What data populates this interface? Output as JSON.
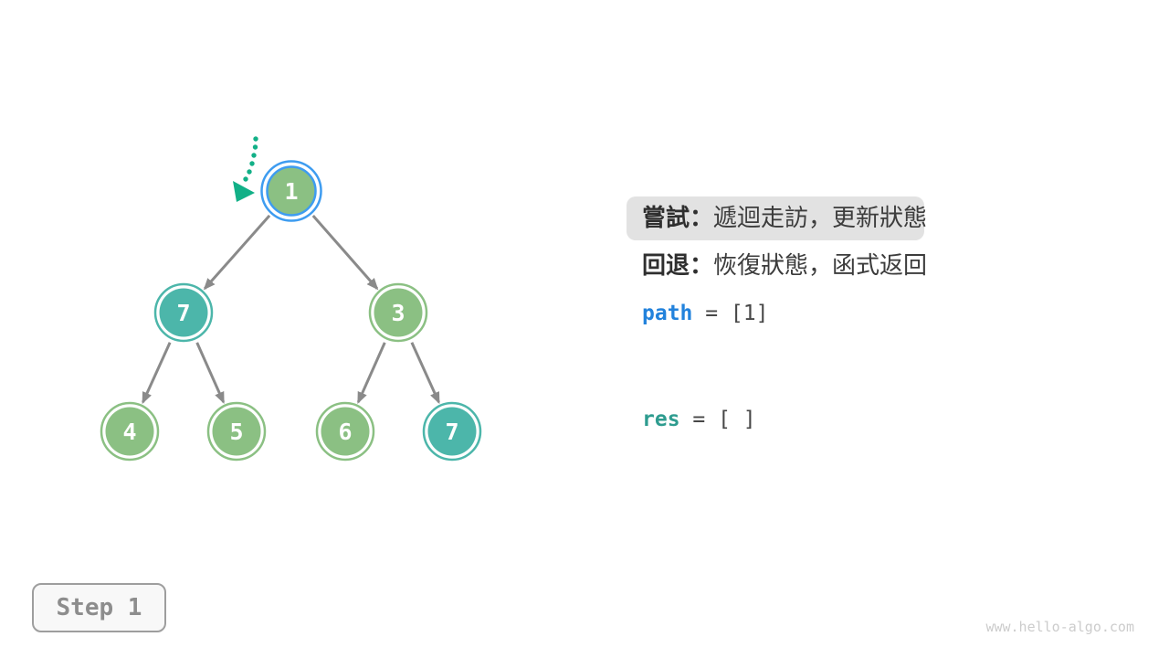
{
  "tree": {
    "nodes": [
      {
        "value": "1",
        "color": "green",
        "highlighted": true
      },
      {
        "value": "7",
        "color": "teal",
        "highlighted": false
      },
      {
        "value": "3",
        "color": "green",
        "highlighted": false
      },
      {
        "value": "4",
        "color": "green",
        "highlighted": false
      },
      {
        "value": "5",
        "color": "green",
        "highlighted": false
      },
      {
        "value": "6",
        "color": "green",
        "highlighted": false
      },
      {
        "value": "7",
        "color": "teal",
        "highlighted": false
      }
    ],
    "edges": [
      [
        0,
        1
      ],
      [
        0,
        2
      ],
      [
        1,
        3
      ],
      [
        1,
        4
      ],
      [
        2,
        5
      ],
      [
        2,
        6
      ]
    ],
    "pointer": {
      "type": "dotted-arrow",
      "target_node_index": 0
    }
  },
  "annotations": {
    "try_label": "嘗試：",
    "try_text": "遞迴走訪，更新狀態",
    "backtrack_label": "回退：",
    "backtrack_text": "恢復狀態，函式返回"
  },
  "state": {
    "path_name": "path",
    "path_rest": " = [1]",
    "path_value": "[1]",
    "res_name": "res",
    "res_rest": " = [ ]",
    "res_value": "[ ]"
  },
  "step": {
    "label": "Step 1"
  },
  "watermark": {
    "text": "www.hello-algo.com"
  },
  "colors": {
    "node_green": "#8BC083",
    "node_teal": "#4CB6AA",
    "highlight_blue": "#3E9CF0",
    "edge_gray": "#8A8A8A",
    "pointer_teal": "#12B087",
    "keyword_blue": "#2282DC",
    "keyword_teal": "#2E9C8F",
    "annotation_box_bg": "#E2E2E2",
    "text_dark": "#3C3C3C",
    "step_gray": "#8D8D8D",
    "watermark_gray": "#CCCCCC",
    "background": "#FFFFFF"
  }
}
